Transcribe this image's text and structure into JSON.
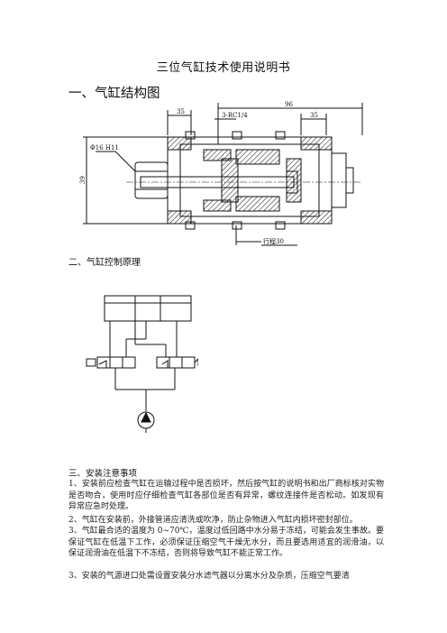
{
  "document": {
    "title": "三位气缸技术使用说明书",
    "section1": "一、气缸结构图",
    "section2": "二、气缸控制原理",
    "section3": "三、安装注意事项",
    "paragraphs": [
      "1、安装前应检查气缸在运输过程中是否损坏，然后按气缸的说明书和出厂商标核对实物是否吻合，使用时应仔细检查气缸各部位是否有异常，螺纹连接件是否松动。如发现有异常应急时处理。",
      "2、气缸在安装前，外接管道应清洗或吹净，防止杂物进入气缸内损坏密封部位。",
      "3、气缸最合适的温度为 0~70℃，温度过低回路中水分易于冻结，可能会发生事故。要保证气缸在低温下工作，必须保证压缩空气干燥无水分，而且要选用适宜的润滑油，以保证润滑油在低温下不冻结，否则将导致气缸不能正常工作。",
      "3、安装的气源进口处需设置安装分水滤气器以分离水分及杂质，压缩空气要清"
    ]
  },
  "drawing": {
    "dim_35_left": "35",
    "dim_96": "96",
    "dim_35_right": "35",
    "port_label": "3-RC1/4",
    "rod_label": "Φ16 H11",
    "height_label": "39",
    "stroke_label": "行程30"
  }
}
